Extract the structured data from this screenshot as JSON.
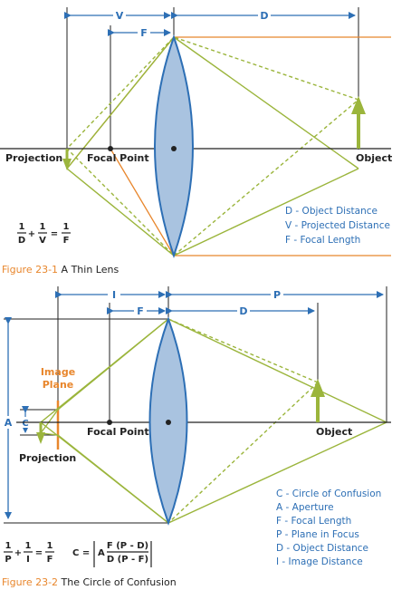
{
  "figure1": {
    "dim_v": "V",
    "dim_d": "D",
    "dim_f": "F",
    "label_projection": "Projection",
    "label_focal_point": "Focal Point",
    "label_object": "Object",
    "legend": [
      "D - Object Distance",
      "V - Projected Distance",
      "F - Focal Length"
    ],
    "equation": {
      "t1n": "1",
      "t1d": "D",
      "t2n": "1",
      "t2d": "V",
      "t3n": "1",
      "t3d": "F"
    },
    "caption_prefix": "Figure 23-1",
    "caption_title": "A Thin Lens"
  },
  "figure2": {
    "dim_i": "I",
    "dim_p": "P",
    "dim_f": "F",
    "dim_d": "D",
    "label_image_plane_1": "Image",
    "label_image_plane_2": "Plane",
    "label_a": "A",
    "label_c": "C",
    "label_projection": "Projection",
    "label_focal_point": "Focal Point",
    "label_object": "Object",
    "legend": [
      "C - Circle of Confusion",
      "A - Aperture",
      "F - Focal Length",
      "P - Plane in Focus",
      "D - Object Distance",
      "I - Image Distance"
    ],
    "equation": {
      "t1n": "1",
      "t1d": "P",
      "t2n": "1",
      "t2d": "I",
      "t3n": "1",
      "t3d": "F",
      "c_lhs": "C =",
      "a": "A",
      "num": "F (P - D)",
      "den": "D (P - F)"
    },
    "caption_prefix": "Figure 23-2",
    "caption_title": "The Circle of Confusion"
  },
  "colors": {
    "green": "#9bb53c",
    "orange": "#e8862c",
    "blue": "#2d6fb5",
    "lens_fill": "#a9c3e0"
  }
}
